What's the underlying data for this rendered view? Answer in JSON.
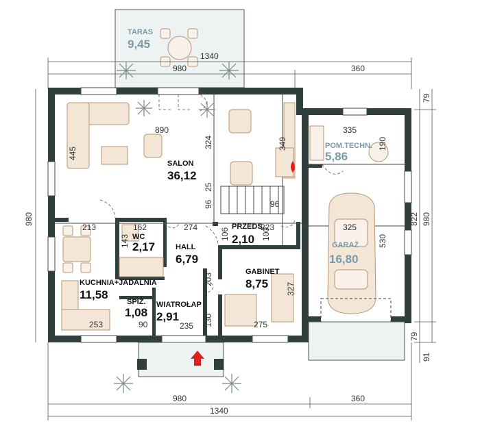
{
  "colors": {
    "wall": "#2f3f3e",
    "furniture": "#f3e6d6",
    "furniture_stroke": "#b79472",
    "muted_text": "#7a9aa8",
    "arrow": "#e0201b",
    "terrace": "#edf3f3"
  },
  "rooms": {
    "taras": {
      "name": "TARAS",
      "area": "9,45"
    },
    "salon": {
      "name": "SALON",
      "area": "36,12"
    },
    "pom_techn": {
      "name": "POM.TECHN.",
      "area": "5,86"
    },
    "wc": {
      "name": "WC",
      "area": "2,17"
    },
    "hall": {
      "name": "HALL",
      "area": "6,79"
    },
    "przeds": {
      "name": "PRZEDS.",
      "area": "2,10"
    },
    "garaz": {
      "name": "GARAŻ",
      "area": "16,80"
    },
    "gabinet": {
      "name": "GABINET",
      "area": "8,75"
    },
    "kuchnia": {
      "name": "KUCHNIA+JADALNIA",
      "area": "11,58"
    },
    "spiz": {
      "name": "SPIŻ.",
      "area": "1,08"
    },
    "wiatrolap": {
      "name": "WIATROŁAP",
      "area": "2,91"
    }
  },
  "dimensions": {
    "top_total": "1340",
    "top_left": "980",
    "top_right": "360",
    "bottom_left": "980",
    "bottom_right": "360",
    "bottom_total": "1340",
    "left_total": "980",
    "right_total": "980",
    "right_upper": "79",
    "right_middle": "822",
    "right_lower": "79",
    "right_porch": "91",
    "salon_width": "890",
    "salon_height": "445",
    "d324": "324",
    "d349": "349",
    "d335": "335",
    "d190": "190",
    "d25": "25",
    "d96a": "96",
    "d96b": "96",
    "d213": "213",
    "d162": "162",
    "d274": "274",
    "d223": "223",
    "d325": "325",
    "d143": "143",
    "d106": "106",
    "d100": "100",
    "d530": "530",
    "d203": "203",
    "d327": "327",
    "d130": "130",
    "d253": "253",
    "d90": "90",
    "d235": "235",
    "d275": "275"
  },
  "icons": {
    "entrance": "entrance-arrow-icon",
    "fireplace": "fireplace-flame-icon",
    "plant": "plant-icon",
    "car": "car-icon"
  }
}
